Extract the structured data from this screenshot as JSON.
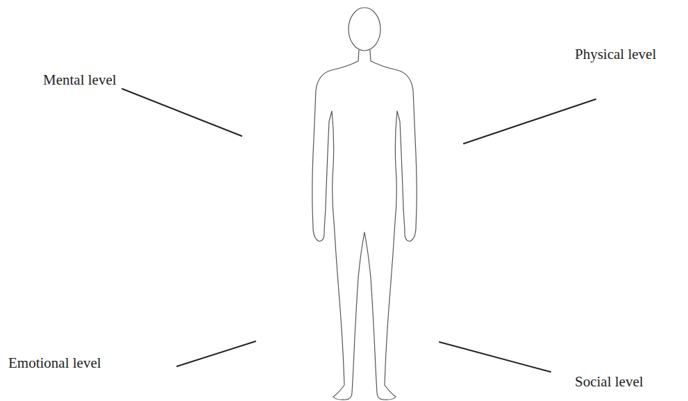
{
  "diagram": {
    "labels": [
      "Mental level",
      "Physical level",
      "Emotional level",
      "Social level"
    ]
  }
}
